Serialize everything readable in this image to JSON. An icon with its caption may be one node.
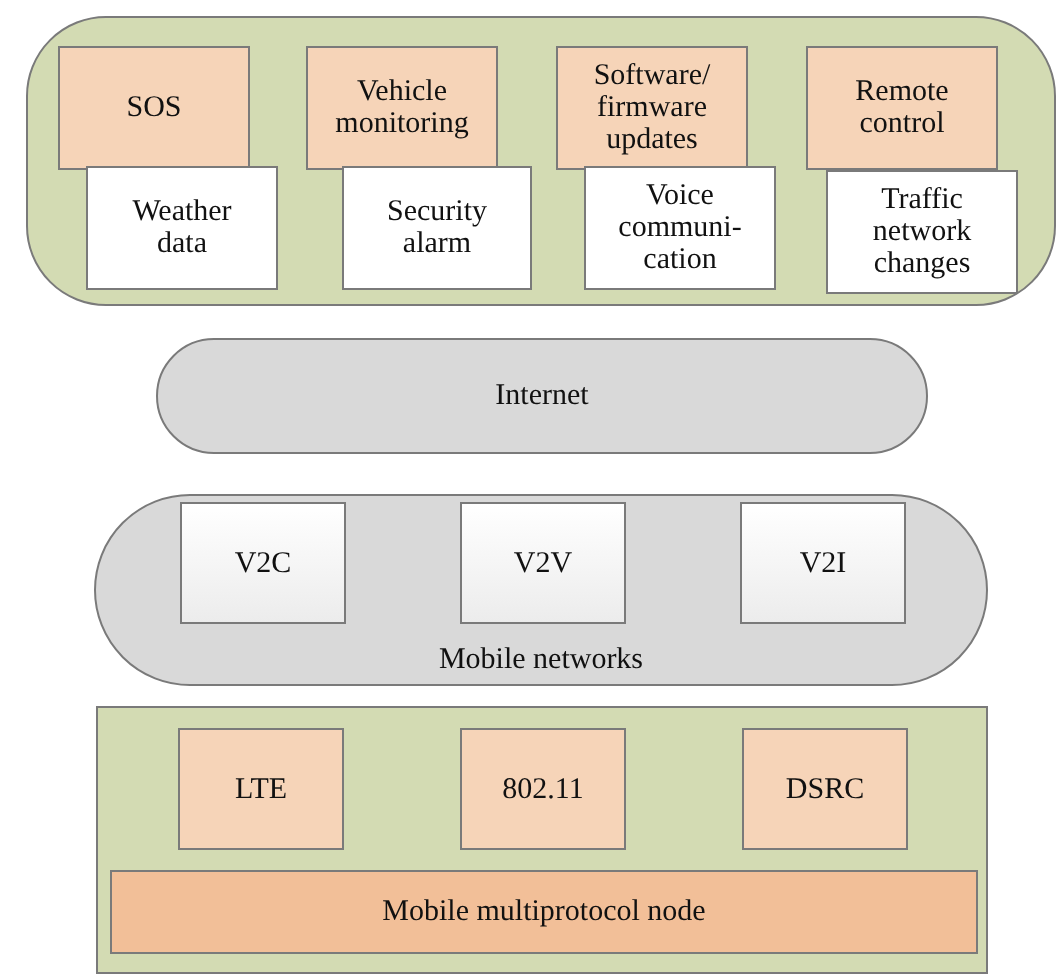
{
  "diagram": {
    "nodes": [
      {
        "text": [],
        "shape": "box"
      },
      {
        "text": [
          "SOS"
        ],
        "in": 0
      },
      {
        "text": [
          "Vehicle monitoring"
        ],
        "in": 0
      },
      {
        "text": [
          "Software/ firmware updates"
        ],
        "in": 0
      },
      {
        "text": [
          "Remote control"
        ],
        "in": 0
      },
      {
        "text": [
          "Weather data"
        ],
        "in": 0
      },
      {
        "text": [
          "Security alarm"
        ],
        "in": 0
      },
      {
        "text": [
          "Voice communi- cation"
        ],
        "in": 0
      },
      {
        "text": [
          "Traffic network changes"
        ],
        "in": 0
      },
      {
        "text": [
          "Internet"
        ]
      },
      {
        "text": [
          "Mobile networks"
        ]
      },
      {
        "text": [
          "V2C"
        ],
        "in": 10
      },
      {
        "text": [
          "V2V"
        ],
        "in": 10
      },
      {
        "text": [
          "V2I"
        ],
        "in": 10
      },
      {
        "text": [],
        "shape": "box"
      },
      {
        "text": [
          "LTE"
        ],
        "in": 14
      },
      {
        "text": [
          "802.11"
        ],
        "in": 14
      },
      {
        "text": [
          "DSRC"
        ],
        "in": 14
      },
      {
        "text": [
          "Mobile multiprotocol node"
        ],
        "in": 14
      }
    ]
  }
}
